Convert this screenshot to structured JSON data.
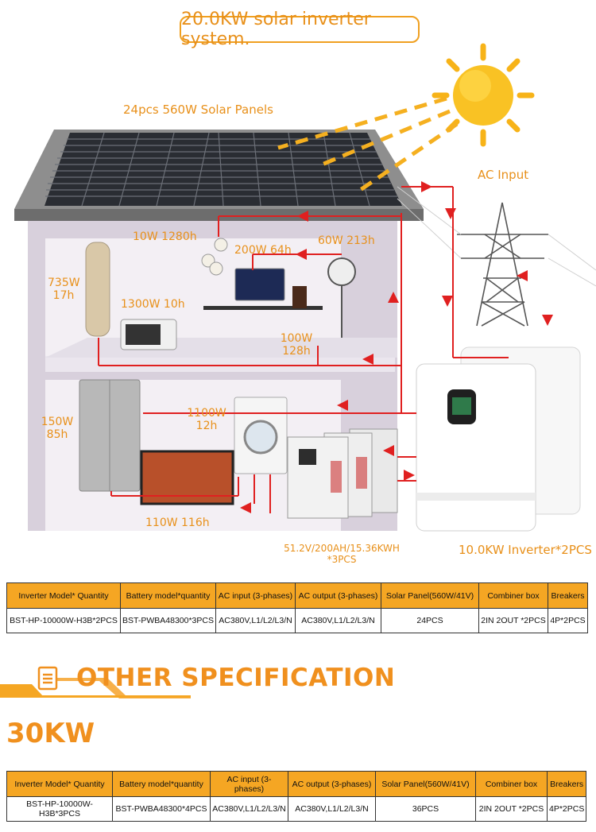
{
  "title": "20.0KW solar inverter system.",
  "diagram": {
    "solar_panels_label": "24pcs 560W Solar Panels",
    "ac_input_label": "AC Input",
    "inverter_label": "10.0KW Inverter*2PCS",
    "battery_label_line1": "51.2V/200AH/15.36KWH",
    "battery_label_line2": "*3PCS",
    "appliances": {
      "lights": "10W 1280h",
      "computer": "200W 64h",
      "fan": "60W 213h",
      "tower_fan_line1": "735W",
      "tower_fan_line2": "17h",
      "microwave": "1300W 10h",
      "speaker_line1": "100W",
      "speaker_line2": "128h",
      "washer_line1": "1100W",
      "washer_line2": "12h",
      "fridge_line1": "150W",
      "fridge_line2": "85h",
      "tv": "110W 116h"
    }
  },
  "colors": {
    "accent": "#f0901e",
    "header_fill": "#f5a623",
    "flow_line": "#e02020"
  },
  "table_headers": [
    "Inverter Model* Quantity",
    "Battery model*quantity",
    "AC input (3-phases)",
    "AC output (3-phases)",
    "Solar Panel(560W/41V)",
    "Combiner box",
    "Breakers"
  ],
  "table_20kw": [
    "BST-HP-10000W-H3B*2PCS",
    "BST-PWBA48300*3PCS",
    "AC380V,L1/L2/L3/N",
    "AC380V,L1/L2/L3/N",
    "24PCS",
    "2IN 2OUT *2PCS",
    "4P*2PCS"
  ],
  "section": {
    "icon": "document-icon",
    "title": "OTHER SPECIFICATION",
    "subtitle": "30KW"
  },
  "table_30kw": [
    "BST-HP-10000W-H3B*3PCS",
    "BST-PWBA48300*4PCS",
    "AC380V,L1/L2/L3/N",
    "AC380V,L1/L2/L3/N",
    "36PCS",
    "2IN 2OUT *2PCS",
    "4P*2PCS"
  ]
}
